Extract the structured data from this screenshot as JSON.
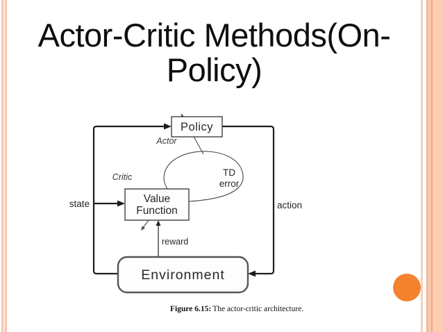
{
  "slide": {
    "title_line1": "Actor-Critic Methods(On-",
    "title_line2": "Policy)",
    "title_color": "#0e0e0e"
  },
  "diagram": {
    "labels": {
      "policy": "Policy",
      "actor": "Actor",
      "critic": "Critic",
      "value_function_line1": "Value",
      "value_function_line2": "Function",
      "td_error_line1": "TD",
      "td_error_line2": "error",
      "state": "state",
      "action": "action",
      "reward": "reward",
      "environment": "Environment"
    },
    "caption": {
      "figure_label": "Figure 6.15:",
      "caption_text": "The actor-critic architecture."
    }
  },
  "decor": {
    "accent_circle_color": "#f5822e",
    "edge_stripe_color": "#f9c7a9",
    "line_color": "#1c1c1c"
  }
}
